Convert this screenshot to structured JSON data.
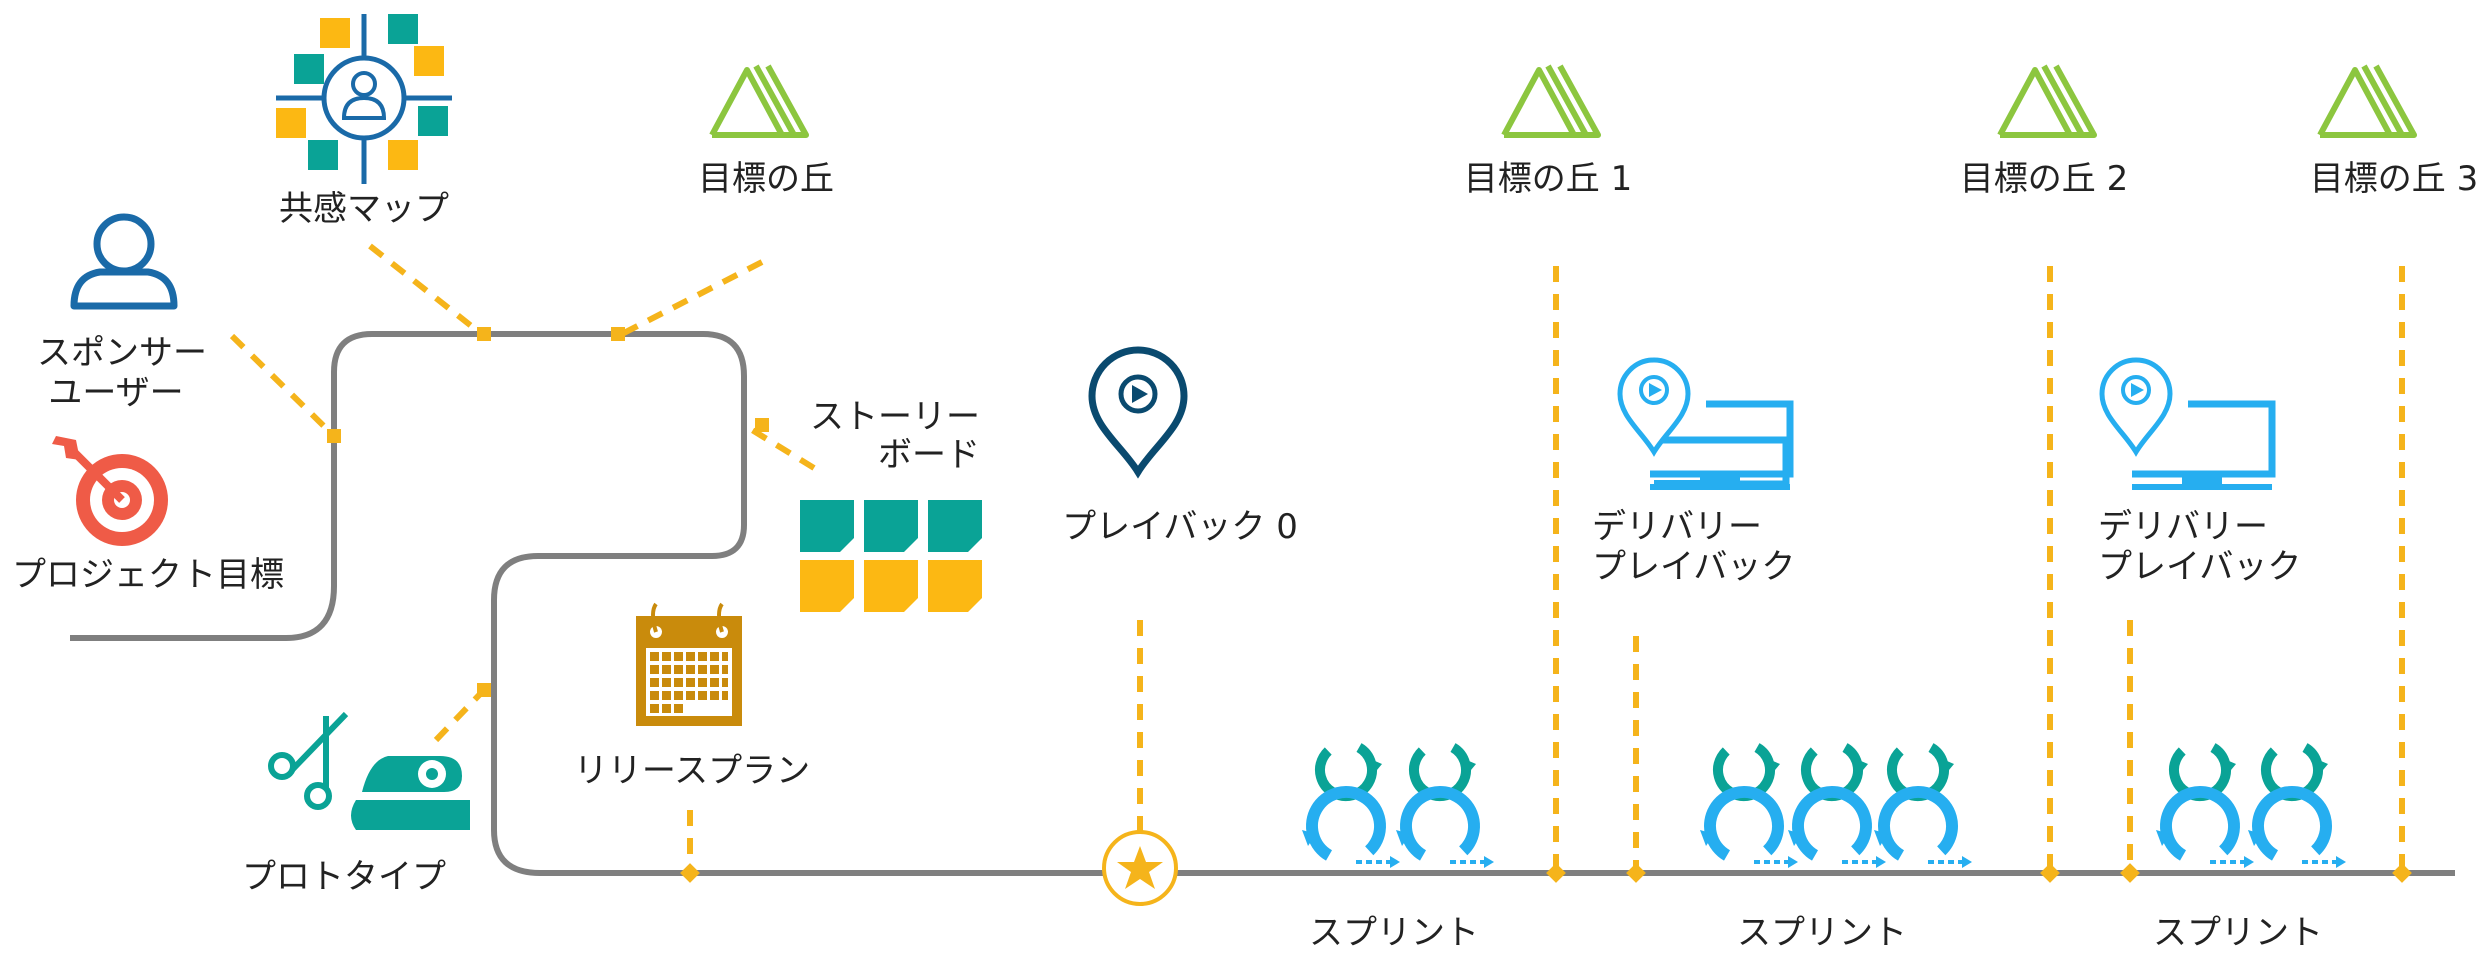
{
  "colors": {
    "path_gray": "#7f7f7f",
    "connector_orange": "#f5b41b",
    "teal": "#0aa396",
    "sky_blue": "#26aef0",
    "navy": "#0a4a6f",
    "profile_blue": "#1a6aa8",
    "mountain_green": "#8cc63f",
    "target_red": "#ef5b47",
    "note_yellow": "#fcb813",
    "calendar_gold": "#c98b0c"
  },
  "labels": {
    "empathy_map": "共感マップ",
    "sponsor_user": [
      "スポンサー",
      "ユーザー"
    ],
    "project_goal": "プロジェクト目標",
    "storyboard": [
      "ストーリー",
      "ボード"
    ],
    "prototype": "プロトタイプ",
    "release_plan": "リリースプラン",
    "playback0": "プレイバック 0",
    "hill": "目標の丘",
    "hill1": "目標の丘 1",
    "hill2": "目標の丘 2",
    "hill3": "目標の丘 3",
    "delivery_playback_1": [
      "デリバリー",
      "プレイバック"
    ],
    "delivery_playback_2": [
      "デリバリー",
      "プレイバック"
    ],
    "sprint1": "スプリント",
    "sprint2": "スプリント",
    "sprint3": "スプリント"
  },
  "icons": {
    "empathy_map": "empathy-map-icon",
    "sponsor_user": "person-icon",
    "project_goal": "target-arrow-icon",
    "storyboard": "sticky-notes-icon",
    "prototype": "scissors-tape-icon",
    "release_plan": "calendar-icon",
    "playback0": "play-pin-icon",
    "hills": "mountain-icon",
    "delivery_playback": "play-pin-monitor-icon",
    "sprint": "iteration-loops-icon",
    "milestone": "star-icon"
  }
}
